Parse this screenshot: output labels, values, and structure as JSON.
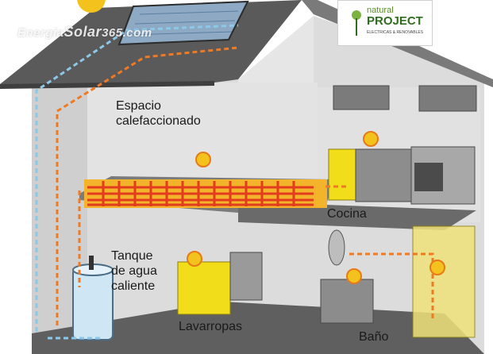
{
  "labels": {
    "heated_space": [
      "Espacio",
      "calefaccionado"
    ],
    "hot_water_tank": [
      "Tanque",
      "de agua",
      "caliente"
    ],
    "kitchen": "Cocina",
    "washing_machine": "Lavarropas",
    "bathroom": "Baño"
  },
  "watermark": {
    "prefix": "Energia",
    "brand": "Solar",
    "suffix": "365.com"
  },
  "logo": {
    "line1": "natural",
    "line2": "PROJECT",
    "line3": "ELECTRICAS & RENOVABLES"
  },
  "colors": {
    "wall": "#d5d5d5",
    "roof": "#5b5b5b",
    "floor": "#6f6f6f",
    "heating_pipe": "#f07a22",
    "return_pipe": "#8cc8e8",
    "appliance_yellow": "#f2dd1a",
    "sun": "#f4c21c"
  }
}
